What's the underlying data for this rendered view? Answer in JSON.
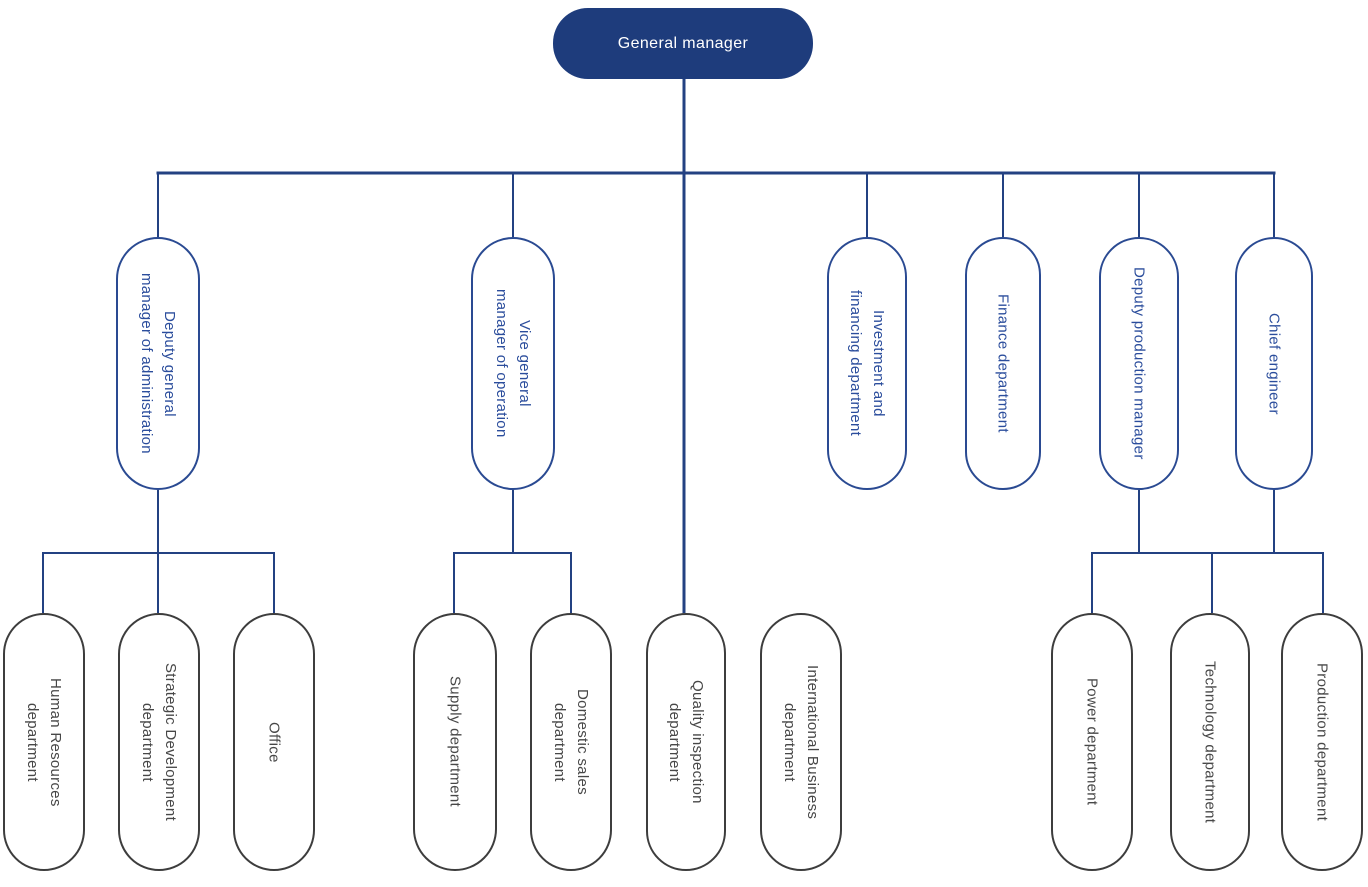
{
  "colors": {
    "root_fill": "#1e3c7c",
    "root_text": "#ffffff",
    "line_blue": "#234182",
    "branch_border": "#2a4a92",
    "branch_text": "#2b4d9c",
    "leaf_border": "#3d3d3d",
    "leaf_text": "#474747",
    "canvas_bg": "#ffffff"
  },
  "org_chart": {
    "root": {
      "label": "General manager"
    },
    "managers": [
      {
        "id": "admin",
        "label": "Deputy general\nmanager of administration"
      },
      {
        "id": "vice",
        "label": "Vice general\nmanager of operation"
      },
      {
        "id": "investment",
        "label": "Investment and\nfinancing department"
      },
      {
        "id": "finance",
        "label": "Finance department"
      },
      {
        "id": "production_mgr",
        "label": "Deputy production manager"
      },
      {
        "id": "chief_engineer",
        "label": "Chief engineer"
      }
    ],
    "departments": [
      {
        "id": "human_resources",
        "label": "Human Resources\ndepartment"
      },
      {
        "id": "strategic_dev",
        "label": "Strategic Development\ndepartment"
      },
      {
        "id": "office",
        "label": "Office"
      },
      {
        "id": "supply",
        "label": "Supply department"
      },
      {
        "id": "domestic_sales",
        "label": "Domestic sales\ndepartment"
      },
      {
        "id": "quality",
        "label": "Quality inspection\ndepartment"
      },
      {
        "id": "international",
        "label": "International Business\ndepartment"
      },
      {
        "id": "power",
        "label": "Power department"
      },
      {
        "id": "technology",
        "label": "Technology department"
      },
      {
        "id": "production",
        "label": "Production department"
      }
    ]
  }
}
